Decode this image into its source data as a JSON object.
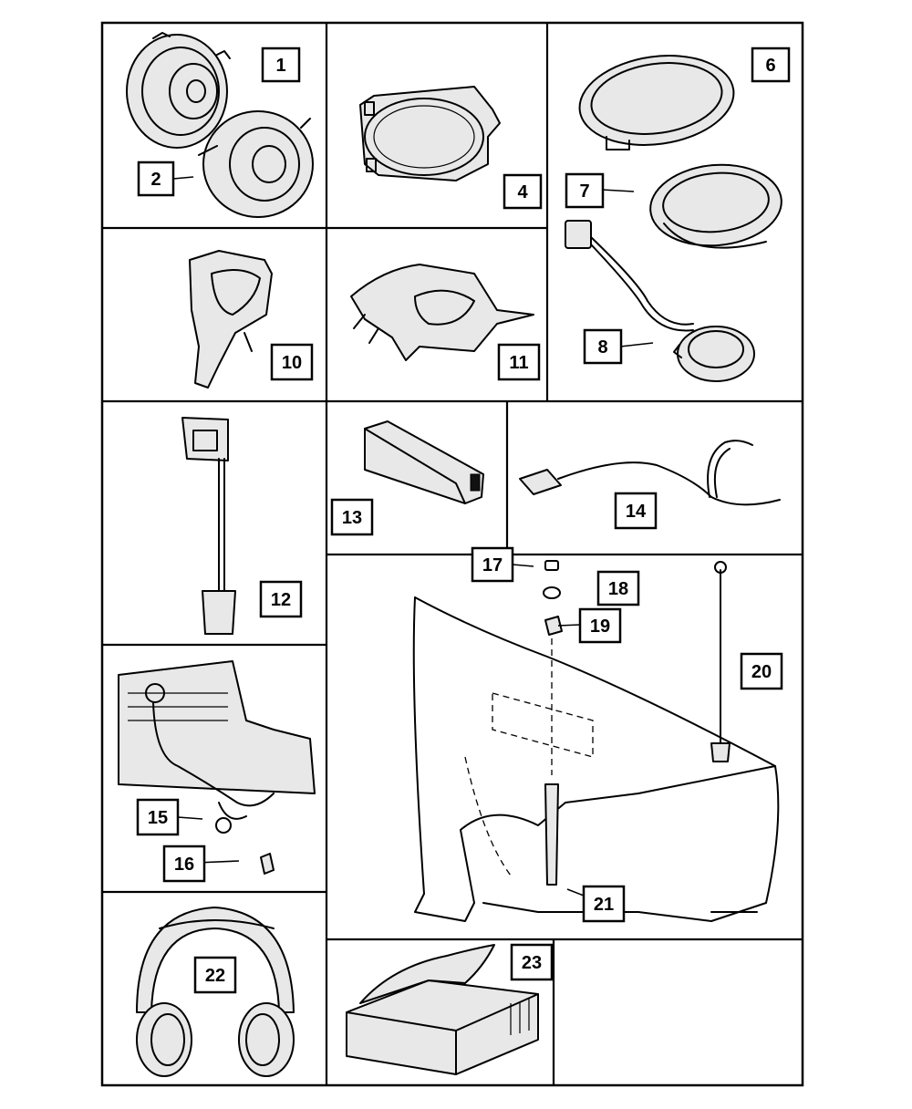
{
  "callouts": [
    "1",
    "2",
    "4",
    "6",
    "7",
    "8",
    "10",
    "11",
    "12",
    "13",
    "14",
    "15",
    "16",
    "17",
    "18",
    "19",
    "20",
    "21",
    "22",
    "23"
  ],
  "colors": {
    "line": "#000000",
    "background": "#ffffff"
  }
}
